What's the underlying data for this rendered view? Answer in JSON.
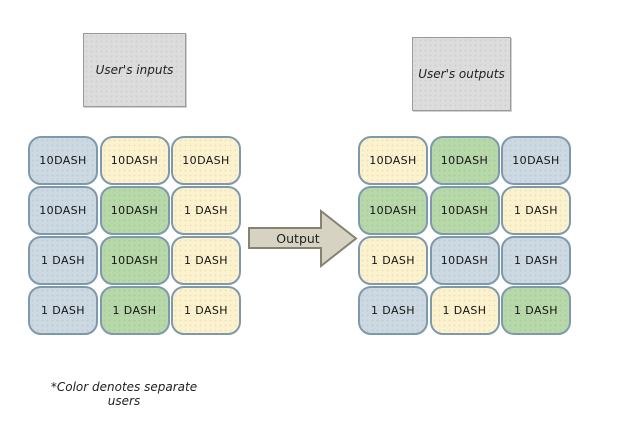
{
  "boxes": {
    "inputs_label": "User's inputs",
    "outputs_label": "User's outputs"
  },
  "arrow": {
    "label": "Output"
  },
  "footnote": "*Color denotes separate users",
  "colors": {
    "blue": "#ccd9e2",
    "yellow": "#fcf2cd",
    "green": "#b7d8a8",
    "cell-border": "#7e99ac",
    "box-fill": "#dcdcdc",
    "box-border": "#9a9a9a",
    "arrow-fill": "#d7d3c3",
    "arrow-border": "#87826f"
  },
  "input_grid": {
    "cells": [
      {
        "label": "10DASH",
        "user": "blue"
      },
      {
        "label": "10DASH",
        "user": "yellow"
      },
      {
        "label": "10DASH",
        "user": "yellow"
      },
      {
        "label": "10DASH",
        "user": "blue"
      },
      {
        "label": "10DASH",
        "user": "green"
      },
      {
        "label": "1 DASH",
        "user": "yellow"
      },
      {
        "label": "1 DASH",
        "user": "blue"
      },
      {
        "label": "10DASH",
        "user": "green"
      },
      {
        "label": "1 DASH",
        "user": "yellow"
      },
      {
        "label": "1 DASH",
        "user": "blue"
      },
      {
        "label": "1 DASH",
        "user": "green"
      },
      {
        "label": "1 DASH",
        "user": "yellow"
      }
    ]
  },
  "output_grid": {
    "cells": [
      {
        "label": "10DASH",
        "user": "yellow"
      },
      {
        "label": "10DASH",
        "user": "green"
      },
      {
        "label": "10DASH",
        "user": "blue"
      },
      {
        "label": "10DASH",
        "user": "green"
      },
      {
        "label": "10DASH",
        "user": "green"
      },
      {
        "label": "1 DASH",
        "user": "yellow"
      },
      {
        "label": "1 DASH",
        "user": "yellow"
      },
      {
        "label": "10DASH",
        "user": "blue"
      },
      {
        "label": "1 DASH",
        "user": "blue"
      },
      {
        "label": "1 DASH",
        "user": "blue"
      },
      {
        "label": "1 DASH",
        "user": "yellow"
      },
      {
        "label": "1 DASH",
        "user": "green"
      }
    ]
  }
}
